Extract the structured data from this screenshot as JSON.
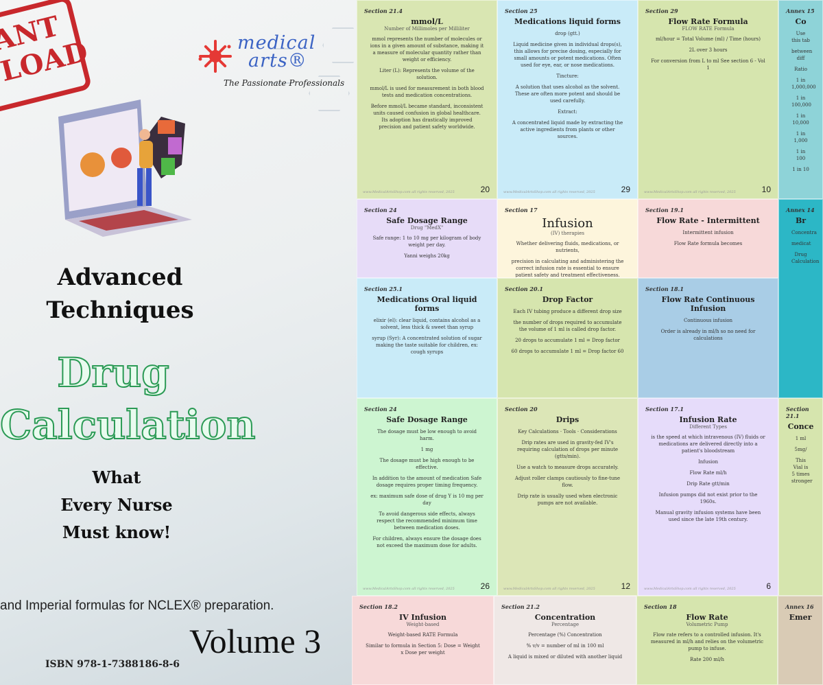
{
  "cover": {
    "stamp": [
      "ANT",
      "LOAD"
    ],
    "logo": {
      "name_line1": "medical",
      "name_line2": "arts®",
      "tagline": "The Passionate Professionals",
      "accent": "#e53935",
      "text_color": "#3b63c4"
    },
    "heading": [
      "Advanced",
      "Techniques"
    ],
    "title": [
      "Drug",
      "Calculation"
    ],
    "title_color": "#2b9a55",
    "subtitle": [
      "What",
      "Every Nurse",
      "Must know!"
    ],
    "tagline": "and Imperial formulas for NCLEX® preparation.",
    "volume": "Volume 3",
    "isbn": "ISBN 978-1-7388186-8-6"
  },
  "pages": [
    {
      "section": "Section 21.4",
      "title": "mmol/L",
      "sub": "Number of Millimoles per Milliliter",
      "lines": [
        "mmol represents the number of molecules or ions in a given amount of substance, making it a measure of molecular quantity rather than weight or efficiency.",
        "Liter (L): Represents the volume of the solution.",
        "mmol/L is used for measurement in both blood tests and medication concentrations.",
        "Before mmol/L became standard, inconsistent units caused confusion in global healthcare. Its adoption has drastically improved precision and patient safety worldwide."
      ],
      "page": "20",
      "footer": "www.MedicalArtsShop.com all rights reserved, 2025",
      "bg": "#d9e6b2"
    },
    {
      "section": "Section 25",
      "title": "Medications liquid forms",
      "sub": "",
      "lines": [
        "drop (gtt.)",
        "Liquid medicine given in individual drops(s), this allows for precise dosing, especially for small amounts or potent medications. Often used for eye, ear, or nose medications.",
        "Tincture:",
        "A solution that uses alcohol as the solvent. These are often more potent and should be used carefully.",
        "Extract:",
        "A concentrated liquid made by extracting the active ingredients from plants or other sources."
      ],
      "page": "29",
      "footer": "www.MedicalArtsShop.com all rights reserved, 2025",
      "bg": "#c9ebf8"
    },
    {
      "section": "Section 29",
      "title": "Flow Rate Formula",
      "sub": "FLOW RATE Formula",
      "lines": [
        "ml/hour = Total Volume (ml) / Time (hours)",
        "2L over 3 hours",
        "For conversion from L to ml See section 6 - Vol 1"
      ],
      "page": "10",
      "footer": "www.MedicalArtsShop.com all rights reserved, 2025",
      "bg": "#d6e5ae"
    },
    {
      "section": "Annex 15",
      "title": "Co",
      "sub": "",
      "lines": [
        "Use this tab",
        "between diff",
        "Ratio",
        "1 in 1,000,000",
        "1 in 100,000",
        "1 in 10,000",
        "1 in 1,000",
        "1 in 100",
        "1 in 10"
      ],
      "page": "",
      "footer": "",
      "bg": "#8ed3d8"
    },
    {
      "section": "Section 24",
      "title": "Safe Dosage Range",
      "sub": "Drug \"MedX\"",
      "lines": [
        "Safe range: 1 to 10 mg per kilogram of body weight per day.",
        "Yanni weighs 20kg"
      ],
      "page": "",
      "footer": "",
      "bg": "#e7dcf8"
    },
    {
      "section": "Section 17",
      "title": "Infusion",
      "sub": "(IV) therapies",
      "lines": [
        "Whether delivering fluids, medications, or nutrients,",
        "precision in calculating and administering the correct infusion rate is essential to ensure patient safety and treatment effectiveness."
      ],
      "page": "",
      "footer": "",
      "bg": "#fdf5dc"
    },
    {
      "section": "Section 19.1",
      "title": "Flow Rate - Intermittent",
      "sub": "",
      "lines": [
        "Intermittent infusion",
        "Flow Rate formula becomes"
      ],
      "page": "",
      "footer": "",
      "bg": "#f7d9d9"
    },
    {
      "section": "Annex 14",
      "title": "Br",
      "sub": "",
      "lines": [
        "Concentra",
        "medicat",
        "Drug Calculation"
      ],
      "page": "",
      "footer": "",
      "bg": "#2cb7c6"
    },
    {
      "section": "Section 25.1",
      "title": "Medications Oral liquid forms",
      "sub": "",
      "lines": [
        "elixir (el): clear liquid, contains alcohol as a solvent, less thick & sweet than syrup",
        "syrup (Syr): A concentrated solution of sugar making the taste suitable for children, ex: cough syrups"
      ],
      "page": "",
      "footer": "",
      "bg": "#c9ebf8"
    },
    {
      "section": "Section 20.1",
      "title": "Drop Factor",
      "sub": "",
      "lines": [
        "Each IV tubing produce a different drop size",
        "the number of drops required to accumulate the volume of 1 ml is called drop factor.",
        "20 drops to accumulate 1 ml = Drop factor",
        "60 drops to accumulate 1 ml = Drop factor 60"
      ],
      "page": "",
      "footer": "",
      "bg": "#d6e5ae"
    },
    {
      "section": "Section 18.1",
      "title": "Flow Rate Continuous Infusion",
      "sub": "",
      "lines": [
        "Continuous infusion",
        "Order is already in ml/h so no need for calculations"
      ],
      "page": "",
      "footer": "",
      "bg": "#a9cde6"
    },
    {
      "section": "Section 24",
      "title": "Safe Dosage Range",
      "sub": "",
      "lines": [
        "The dosage must be low enough to avoid harm.",
        "1 mg",
        "The dosage must be high enough to be effective.",
        "In addition to the amount of medication Safe dosage requires proper timing frequency.",
        "ex: maximum safe dose of drug Y is 10 mg per day",
        "To avoid dangerous side effects, always respect the recommended minimum time between medication doses.",
        "For children, always ensure the dosage does not exceed the maximum dose for adults."
      ],
      "page": "26",
      "footer": "www.MedicalArtsShop.com all rights reserved, 2025",
      "bg": "#cdf5d1"
    },
    {
      "section": "Section 20",
      "title": "Drips",
      "sub": "",
      "lines": [
        "Key Calculations · Tools · Considerations",
        "Drip rates are used in gravity-fed IV's requiring calculation of drops per minute (gtts/min).",
        "Use a watch to measure drops accurately.",
        "Adjust roller clamps cautiously to fine-tune flow.",
        "Drip rate is usually used when electronic pumps are not available."
      ],
      "page": "12",
      "footer": "www.MedicalArtsShop.com all rights reserved, 2025",
      "bg": "#dce6b7"
    },
    {
      "section": "Section 17.1",
      "title": "Infusion Rate",
      "sub": "Different Types",
      "lines": [
        "is the speed at which intravenous (IV) fluids or medications are delivered directly into a patient's bloodstream",
        "Infusion",
        "Flow Rate ml/h",
        "Drip Rate gtt/min",
        "Infusion pumps did not exist prior to the 1960s.",
        "Manual gravity infusion systems have been used since the late 19th century."
      ],
      "page": "6",
      "footer": "www.MedicalArtsShop.com all rights reserved, 2025",
      "bg": "#e6dcfa"
    },
    {
      "section": "Section 21.1",
      "title": "Conce",
      "sub": "",
      "lines": [
        "1 ml",
        "5mg/",
        "This Vial is 5 times stronger"
      ],
      "page": "",
      "footer": "",
      "bg": "#d6e5ae"
    },
    {
      "section": "Section 18.2",
      "title": "IV Infusion",
      "sub": "Weight-based",
      "lines": [
        "Weight-based RATE Formula",
        "Similar to formula in Section 5: Dose = Weight x Dose per weight"
      ],
      "page": "",
      "footer": "",
      "bg": "#f7d9d9"
    },
    {
      "section": "Section 21.2",
      "title": "Concentration",
      "sub": "Percentage",
      "lines": [
        "Percentage (%) Concentration",
        "% v/v = number of ml in 100 ml",
        "A liquid is mixed or diluted with another liquid"
      ],
      "page": "",
      "footer": "",
      "bg": "#efe8e6"
    },
    {
      "section": "Section 18",
      "title": "Flow Rate",
      "sub": "Volumetric Pump",
      "lines": [
        "Flow rate refers to a controlled infusion. It's measured in ml/h and relies on the volumetric pump to infuse.",
        "Rate 200 ml/h"
      ],
      "page": "",
      "footer": "",
      "bg": "#d6e5ae"
    },
    {
      "section": "Annex 16",
      "title": "Emer",
      "sub": "",
      "lines": [],
      "page": "",
      "footer": "",
      "bg": "#d9cbb5"
    }
  ]
}
